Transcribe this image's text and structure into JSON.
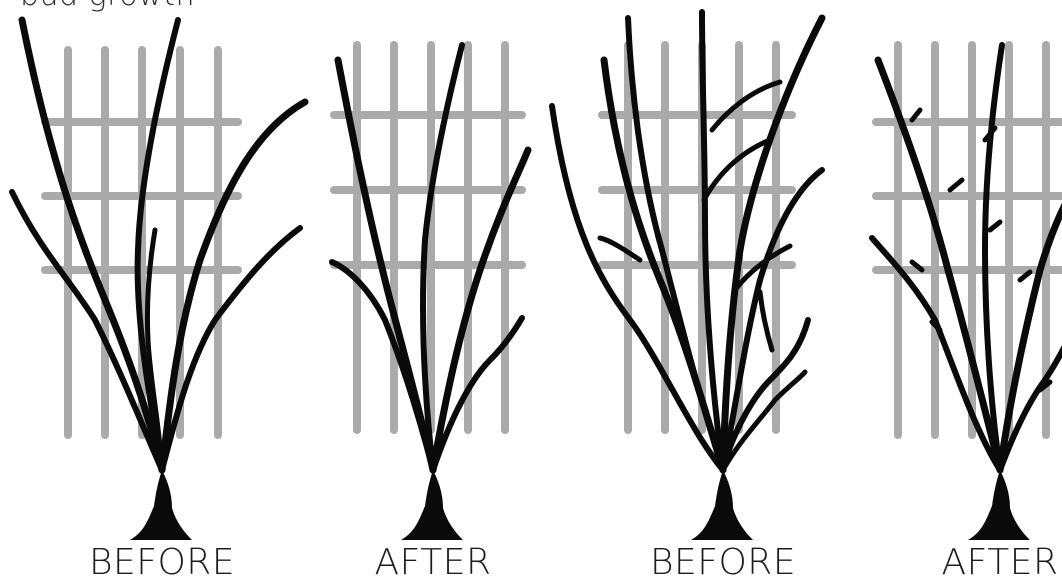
{
  "heading": "bud growth",
  "colors": {
    "trellis": "#aaaaaa",
    "branch": "#0a0a0a",
    "text": "#1c1c1c"
  },
  "panels": [
    {
      "caption": "BEFORE"
    },
    {
      "caption": "AFTER"
    },
    {
      "caption": "BEFORE"
    },
    {
      "caption": "AFTER"
    }
  ]
}
